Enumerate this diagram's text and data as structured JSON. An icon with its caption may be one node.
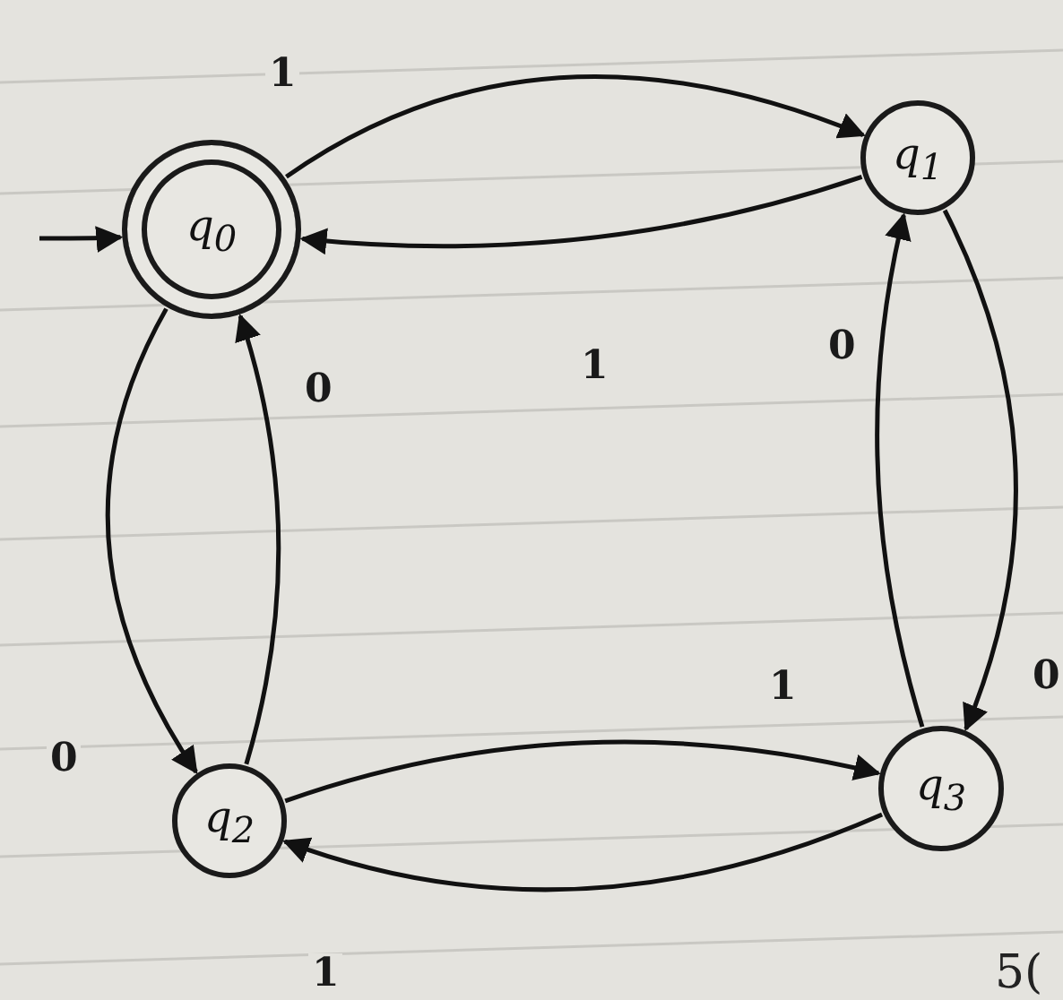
{
  "diagram": {
    "nodes": [
      {
        "text": [
          "q$_{0}$"
        ]
      },
      {
        "text": [
          "q$_{1}$"
        ]
      },
      {
        "text": [
          "q$_{2}$"
        ]
      },
      {
        "text": [
          "q$_{3}$"
        ]
      }
    ],
    "edges": [
      {
        "from": 0,
        "to": 1,
        "arrow": "to",
        "label": "1"
      },
      {
        "from": 1,
        "to": 0,
        "arrow": "to",
        "label": "1"
      },
      {
        "from": 0,
        "to": 2,
        "arrow": "to",
        "label": "0"
      },
      {
        "from": 2,
        "to": 0,
        "arrow": "to",
        "label": "0"
      },
      {
        "from": 1,
        "to": 3,
        "arrow": "to",
        "label": "0"
      },
      {
        "from": 3,
        "to": 1,
        "arrow": "to",
        "label": "0"
      },
      {
        "from": 2,
        "to": 3,
        "arrow": "to",
        "label": "1"
      },
      {
        "from": 3,
        "to": 2,
        "arrow": "to",
        "label": "1"
      },
      {
        "from": null,
        "to": 0,
        "arrow": "to"
      }
    ],
    "labels": [
      "5("
    ]
  }
}
